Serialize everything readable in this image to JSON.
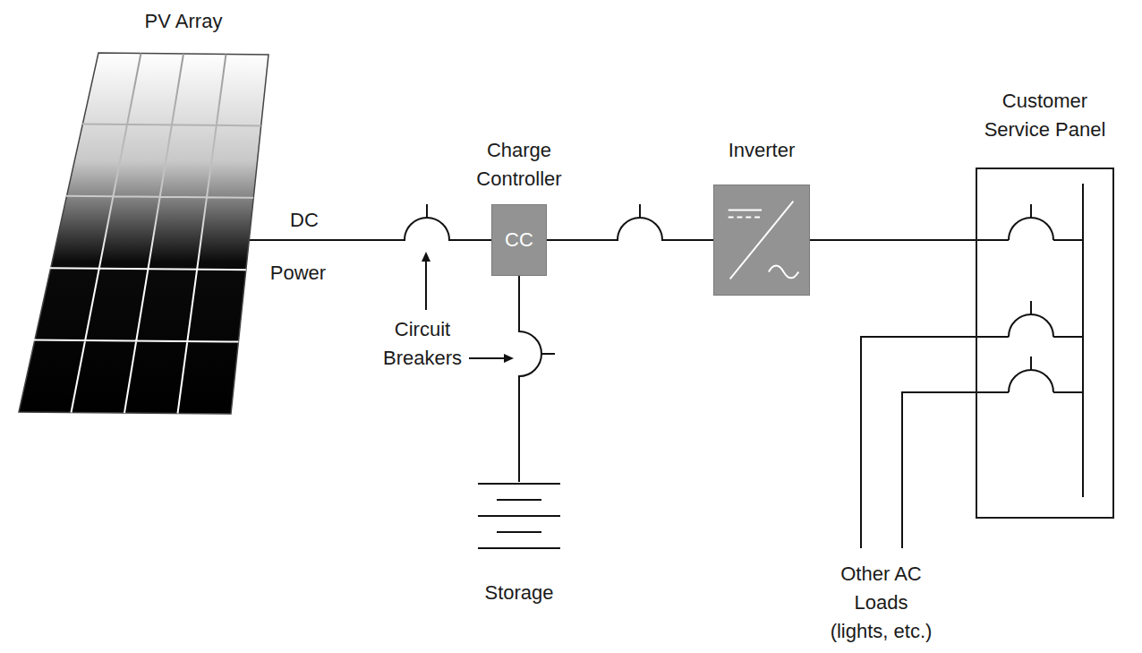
{
  "diagram": {
    "nodes": [
      {
        "text": [
          "PV Array"
        ]
      },
      {
        "text": [
          "Charge Controller",
          "CC"
        ]
      },
      {
        "text": [
          "Inverter"
        ]
      },
      {
        "text": [
          "Customer Service Panel"
        ]
      },
      {
        "text": [
          "Storage"
        ]
      }
    ],
    "edges": [
      {
        "from": 0,
        "to": 1,
        "arrow": "none"
      },
      {
        "from": 1,
        "to": 2,
        "arrow": "none"
      },
      {
        "from": 2,
        "to": 3,
        "arrow": "none"
      },
      {
        "from": 1,
        "to": 4,
        "arrow": "none"
      }
    ],
    "labels": [
      "DC",
      "Power",
      "Circuit Breakers",
      "Other AC Loads (lights, etc.)"
    ]
  }
}
